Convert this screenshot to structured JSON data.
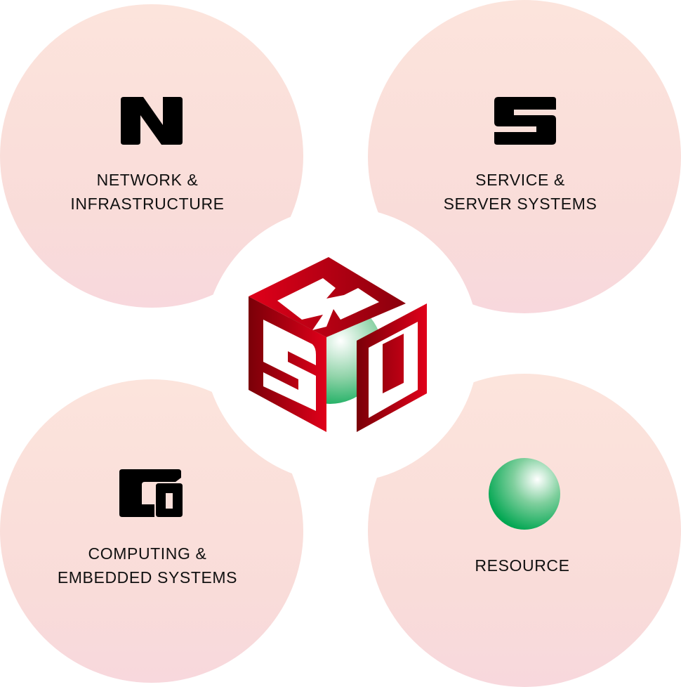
{
  "quadrants": [
    {
      "icon": "n-letter-icon",
      "line1": "NETWORK &",
      "line2": "INFRASTRUCTURE"
    },
    {
      "icon": "s-letter-icon",
      "line1": "SERVICE &",
      "line2": "SERVER SYSTEMS"
    },
    {
      "icon": "co-letters-icon",
      "line1": "COMPUTING &",
      "line2": "EMBEDDED SYSTEMS"
    },
    {
      "icon": "green-sphere-icon",
      "line1": "RESOURCE"
    }
  ],
  "logo": {
    "name": "nsco-cube-logo",
    "colors": {
      "red": "#e0001a",
      "dark_red": "#7a0008",
      "green": "#00a651"
    }
  }
}
